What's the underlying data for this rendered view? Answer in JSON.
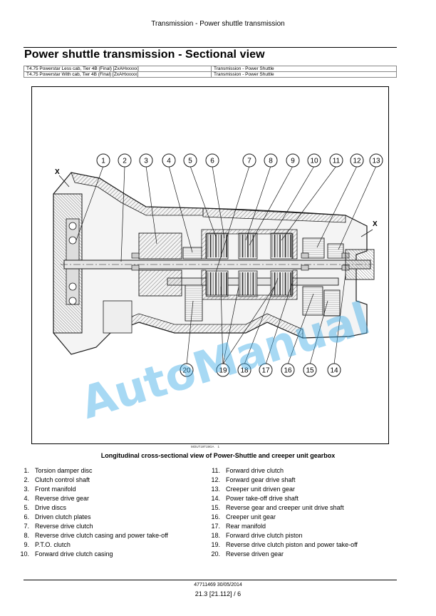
{
  "header": {
    "running_title": "Transmission - Power shuttle transmission"
  },
  "section_title": "Power shuttle transmission - Sectional view",
  "models": [
    {
      "model": "T4.75 Powerstar Less cab, Tier 4B (Final) [ZxAHxxxxx]",
      "group": "Transmission - Power Shuttle"
    },
    {
      "model": "T4.75 Powerstar With cab, Tier 4B (Final) [ZxAHxxxxx]",
      "group": "Transmission - Power Shuttle"
    }
  ],
  "figure": {
    "callouts_top": [
      "1",
      "2",
      "3",
      "4",
      "5",
      "6",
      "7",
      "8",
      "9",
      "10",
      "11",
      "12",
      "13"
    ],
    "callouts_bottom": [
      "20",
      "19",
      "18",
      "17",
      "16",
      "15",
      "14"
    ],
    "section_mark": "X",
    "watermark": "AutoManual",
    "code": "MOUT19T19GA",
    "index": "1",
    "line_color": "#1a1a1a",
    "hatch_color": "#555555"
  },
  "caption": "Longitudinal cross-sectional view of Power-Shuttle and creeper unit gearbox",
  "legend": [
    {
      "n": "1.",
      "text": "Torsion damper disc"
    },
    {
      "n": "2.",
      "text": "Clutch control shaft"
    },
    {
      "n": "3.",
      "text": "Front manifold"
    },
    {
      "n": "4.",
      "text": "Reverse drive gear"
    },
    {
      "n": "5.",
      "text": "Drive discs"
    },
    {
      "n": "6.",
      "text": "Driven clutch plates"
    },
    {
      "n": "7.",
      "text": "Reverse drive clutch"
    },
    {
      "n": "8.",
      "text": "Reverse drive clutch casing and power take-off"
    },
    {
      "n": "9.",
      "text": "P.T.O. clutch"
    },
    {
      "n": "10.",
      "text": "Forward drive clutch casing"
    },
    {
      "n": "11.",
      "text": "Forward drive clutch"
    },
    {
      "n": "12.",
      "text": "Forward gear drive shaft"
    },
    {
      "n": "13.",
      "text": "Creeper unit driven gear"
    },
    {
      "n": "14.",
      "text": "Power take-off drive shaft"
    },
    {
      "n": "15.",
      "text": "Reverse gear and creeper unit drive shaft"
    },
    {
      "n": "16.",
      "text": "Creeper unit gear"
    },
    {
      "n": "17.",
      "text": "Rear manifold"
    },
    {
      "n": "18.",
      "text": "Forward drive clutch piston"
    },
    {
      "n": "19.",
      "text": "Reverse drive clutch piston and power take-off"
    },
    {
      "n": "20.",
      "text": "Reverse driven gear"
    }
  ],
  "footer": {
    "doc": "47711469 30/05/2014",
    "page": "21.3 [21.112] / 6"
  }
}
